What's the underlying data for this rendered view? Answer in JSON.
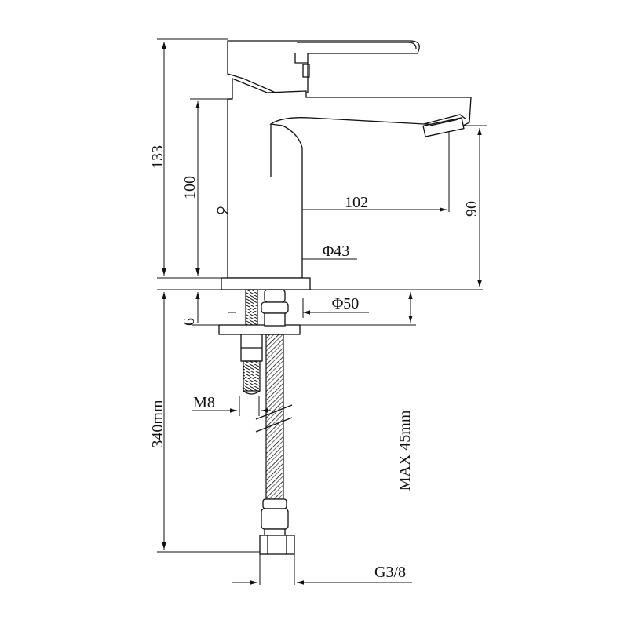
{
  "dimensions": {
    "height_total": "133",
    "height_body": "100",
    "spout_reach": "102",
    "spout_height": "90",
    "body_diameter": "Φ43",
    "base_diameter": "Φ50",
    "base_thickness": "6",
    "hose_length": "340mm",
    "stud_thread": "M8",
    "max_deck": "MAX 45mm",
    "connection_thread": "G3/8"
  }
}
